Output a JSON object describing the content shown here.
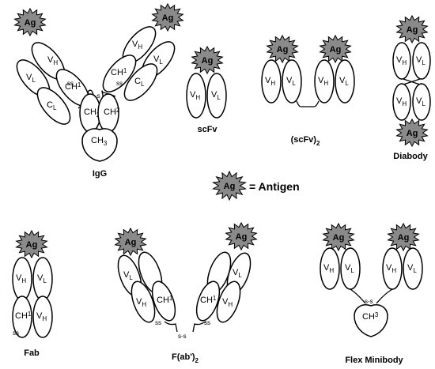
{
  "labels": {
    "antigen": "Ag",
    "vh": "V",
    "vh_sub": "H",
    "vl": "V",
    "vl_sub": "L",
    "ch1": "CH",
    "ch1_sub": "1",
    "ch1p": "CH",
    "ch1p_sub": "1",
    "cl": "C",
    "cl_sub": "L",
    "ch2": "CH",
    "ch2_sub": "2",
    "ch3": "CH",
    "ch3_sub": "3",
    "ss": "ss",
    "s_s": "s-s"
  },
  "captions": {
    "igg": "IgG",
    "scfv": "scFv",
    "scfv2": "(scFv)",
    "scfv2_sub": "2",
    "diabody": "Diabody",
    "fab": "Fab",
    "fab2": "F(ab')",
    "fab2_sub": "2",
    "minibody": "Flex Minibody"
  },
  "legend": {
    "symbol": "Ag",
    "text": "= Antigen"
  },
  "colors": {
    "antigen_fill": "#8a8a8a",
    "outline": "#000000",
    "background": "#ffffff"
  }
}
